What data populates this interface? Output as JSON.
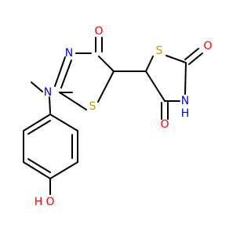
{
  "molecule": {
    "colors": {
      "bond": "#000000",
      "oxygen": "#ff0000",
      "nitrogen": "#0000ff",
      "sulfur": "#b8a000",
      "carbon": "#000000"
    },
    "atoms": {
      "o_top_ketone": "O",
      "n_left_ring": "N",
      "s_left_ring": "S",
      "n_amine": "N",
      "s_right_ring": "S",
      "o_right_top": "O",
      "n_right_ring": "N",
      "h_on_n": "H",
      "o_right_bottom": "O",
      "o_hydroxyl": "O",
      "h_hydroxyl": "H"
    }
  }
}
